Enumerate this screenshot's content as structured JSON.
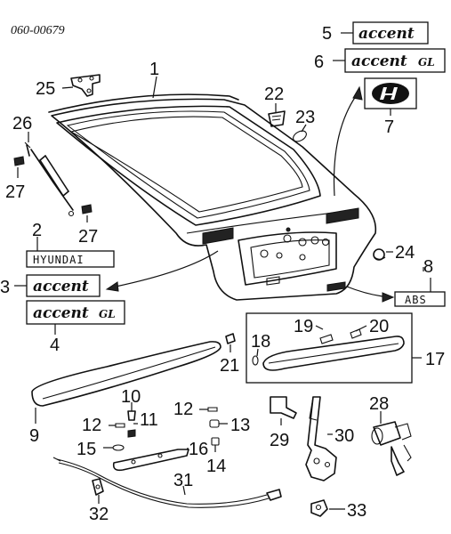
{
  "diagram": {
    "code": "060-00679",
    "callouts": [
      "1",
      "2",
      "3",
      "4",
      "5",
      "6",
      "7",
      "8",
      "9",
      "10",
      "11",
      "12",
      "12",
      "13",
      "14",
      "15",
      "16",
      "17",
      "18",
      "19",
      "20",
      "21",
      "22",
      "23",
      "24",
      "25",
      "26",
      "27",
      "27",
      "28",
      "29",
      "30",
      "31",
      "32",
      "33"
    ]
  },
  "emblems": {
    "hyundai_text": "HYUNDAI",
    "accent_a": "accent",
    "accent_b": "accent",
    "accent_gl_a": "accent",
    "accent_gl_b": "accent",
    "gl_a": "GL",
    "gl_b": "GL",
    "abs": "ABS"
  }
}
